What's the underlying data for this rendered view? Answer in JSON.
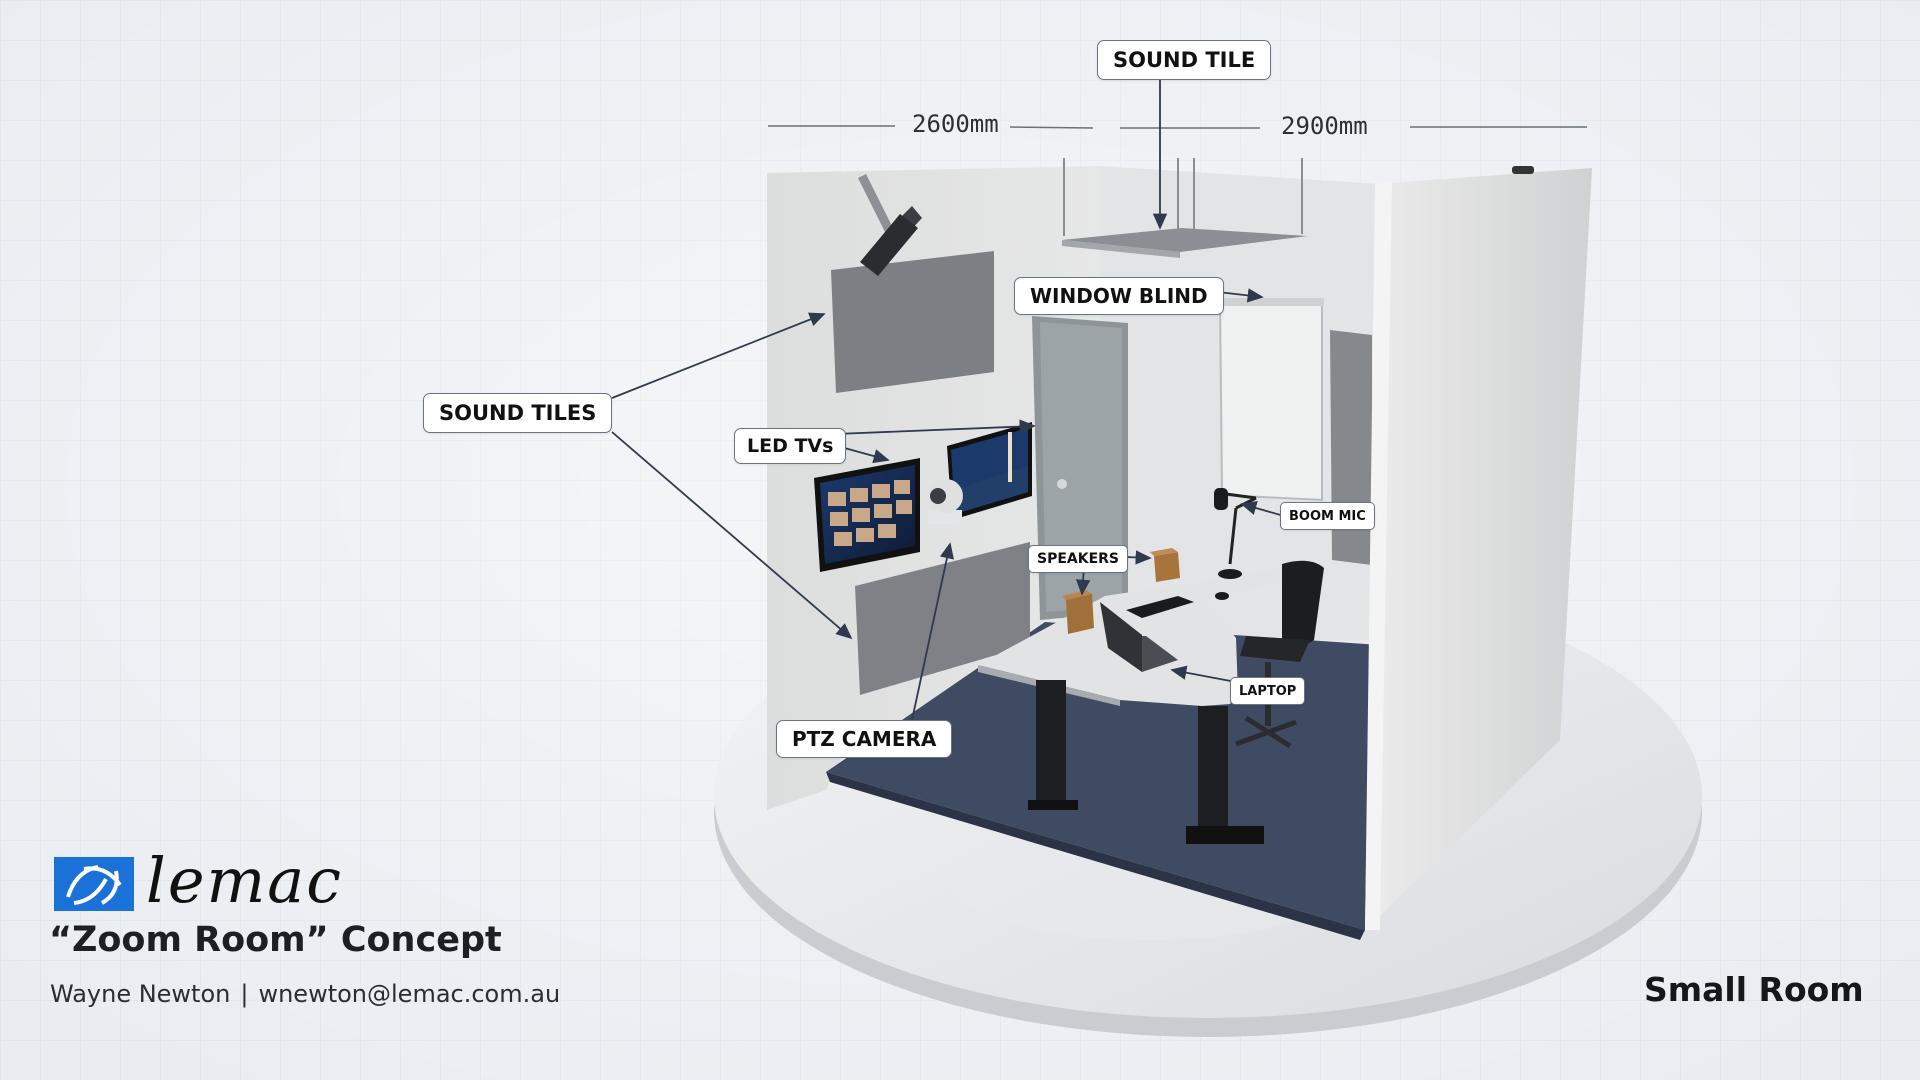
{
  "callouts": {
    "sound_tile": "SOUND TILE",
    "sound_tiles": "SOUND TILES",
    "window_blind": "WINDOW BLIND",
    "led_tvs": "LED TVs",
    "boom_mic": "BOOM MIC",
    "speakers": "SPEAKERS",
    "laptop": "LAPTOP",
    "ptz_camera": "PTZ CAMERA"
  },
  "dimensions": {
    "left_wall": "2600mm",
    "right_wall": "2900mm"
  },
  "brand": {
    "name": "lemac",
    "concept_title": "“Zoom Room” Concept",
    "author": "Wayne Newton",
    "separator": "|",
    "email": "wnewton@lemac.com.au"
  },
  "room_size": "Small Room",
  "colors": {
    "background": "#e9ecf1",
    "grid": "#dde2ea",
    "wall": "#d6d8da",
    "floor": "#3f4b63",
    "arrow": "#2f3a4e",
    "logo_blue": "#1a72d8"
  }
}
